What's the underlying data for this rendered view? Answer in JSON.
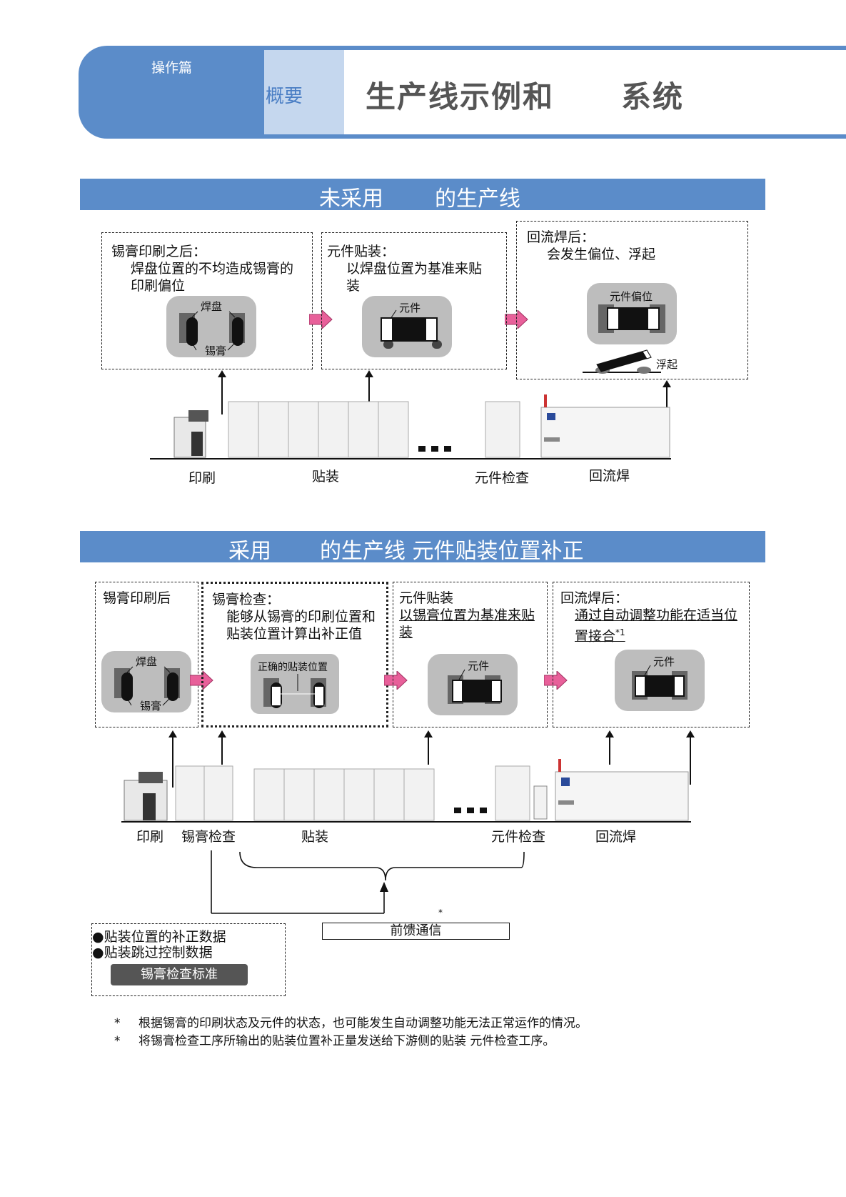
{
  "header": {
    "section": "操作篇",
    "subsection": "概要",
    "title_part1": "生产线示例和",
    "title_part2": "系统"
  },
  "section1": {
    "bar_left": "未采用",
    "bar_right": "的生产线",
    "box1": {
      "title": "锡膏印刷之后：",
      "line1": "焊盘位置的不均造成锡膏的",
      "line2": "印刷偏位",
      "label_pad": "焊盘",
      "label_paste": "锡膏"
    },
    "box2": {
      "title": "元件贴装：",
      "line1": "以焊盘位置为基准来贴",
      "line2": "装",
      "label_part": "元件"
    },
    "box3": {
      "title": "回流焊后：",
      "line1": "会发生偏位、浮起",
      "label_offset": "元件偏位",
      "label_float": "浮起"
    },
    "machines": {
      "print": "印刷",
      "mount": "贴装",
      "inspect": "元件检查",
      "reflow": "回流焊"
    }
  },
  "section2": {
    "bar_left": "采用",
    "bar_right": "的生产线  元件贴装位置补正",
    "box1": {
      "title": "锡膏印刷后",
      "label_pad": "焊盘",
      "label_paste": "锡膏"
    },
    "box2": {
      "title": "锡膏检查：",
      "line1": "能够从锡膏的印刷位置和",
      "line2": "贴装位置计算出补正值",
      "label_correct": "正确的贴装位置"
    },
    "box3": {
      "title": "元件贴装",
      "line1": "以锡膏位置为基准来贴",
      "line2": "装",
      "label_part": "元件"
    },
    "box4": {
      "title": "回流焊后：",
      "line1": "通过自动调整功能在适当位",
      "line2": "置接合",
      "footnote_mark": "*1",
      "label_part": "元件"
    },
    "machines": {
      "print": "印刷",
      "spi": "锡膏检查",
      "mount": "贴装",
      "inspect": "元件检查",
      "reflow": "回流焊"
    },
    "feedforward": "前馈通信",
    "feedforward_mark": "*",
    "data_box": {
      "item1": "●贴装位置的补正数据",
      "item2": "●贴装跳过控制数据",
      "button": "锡膏检查标准"
    }
  },
  "notes": [
    {
      "mark": "*",
      "text": "根据锡膏的印刷状态及元件的状态，也可能发生自动调整功能无法正常运作的情况。"
    },
    {
      "mark": "*",
      "text": "将锡膏检查工序所输出的贴装位置补正量发送给下游侧的贴装  元件检查工序。"
    }
  ],
  "colors": {
    "header_blue": "#5b8cc9",
    "header_light": "#c5d7ee",
    "arrow_pink": "#e8609a",
    "chip_gray": "#bdbdbd"
  }
}
